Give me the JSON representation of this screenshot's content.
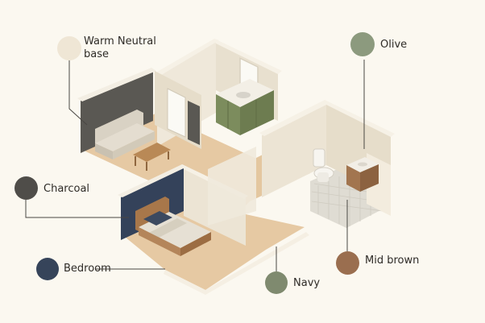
{
  "swatches": [
    {
      "key": "warm",
      "label_line1": "Warm Neutral",
      "label_line2": "base",
      "color": "#efe6d5"
    },
    {
      "key": "olive",
      "label": "Olive",
      "color": "#8c9a7e"
    },
    {
      "key": "charcoal",
      "label": "Charcoal",
      "color": "#4f4d49"
    },
    {
      "key": "bedroom",
      "label": "Bedroom",
      "color": "#36445a"
    },
    {
      "key": "navy",
      "label": "Navy",
      "color": "#7f8a6f"
    },
    {
      "key": "midbrown",
      "label": "Mid brown",
      "color": "#9a6e4f"
    }
  ],
  "palette": {
    "floor": "#e6c9a3",
    "wall": "#efe8da",
    "wall_shade": "#e2d9c6",
    "wall_top": "#f6f1e6",
    "charcoal_wall": "#5a5853",
    "navy_wall": "#34425a",
    "cabinet_olive": "#7c8c5d",
    "vanity_brown": "#a2754f",
    "tile": "#dfdcd3",
    "leader_line": "#4a4743"
  }
}
